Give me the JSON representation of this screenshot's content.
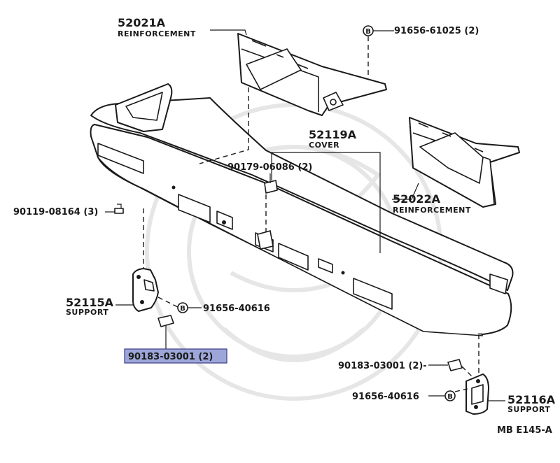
{
  "parts": {
    "reinforcement_left_no": "52021A",
    "reinforcement_left_name": "REINFORCEMENT",
    "reinforcement_right_no": "52022A",
    "reinforcement_right_name": "REINFORCEMENT",
    "cover_no": "52119A",
    "cover_name": "COVER",
    "support_left_no": "52115A",
    "support_left_name": "SUPPORT",
    "support_right_no": "52116A",
    "support_right_name": "SUPPORT",
    "bolt_top": "91656-61025 (2)",
    "clip_cover": "90179-06086 (2)",
    "screw_left": "90119-08164 (3)",
    "bolt_left_support": "91656-40616",
    "nut_highlighted": "90183-03001 (2)",
    "nut_right": "90183-03001 (2)-",
    "bolt_right_support": "91656-40616",
    "bolt_marker": "B"
  },
  "footer": {
    "code": "MB  E145-A"
  },
  "colors": {
    "highlight": "#9da6d8",
    "ink": "#1a1a1a"
  }
}
